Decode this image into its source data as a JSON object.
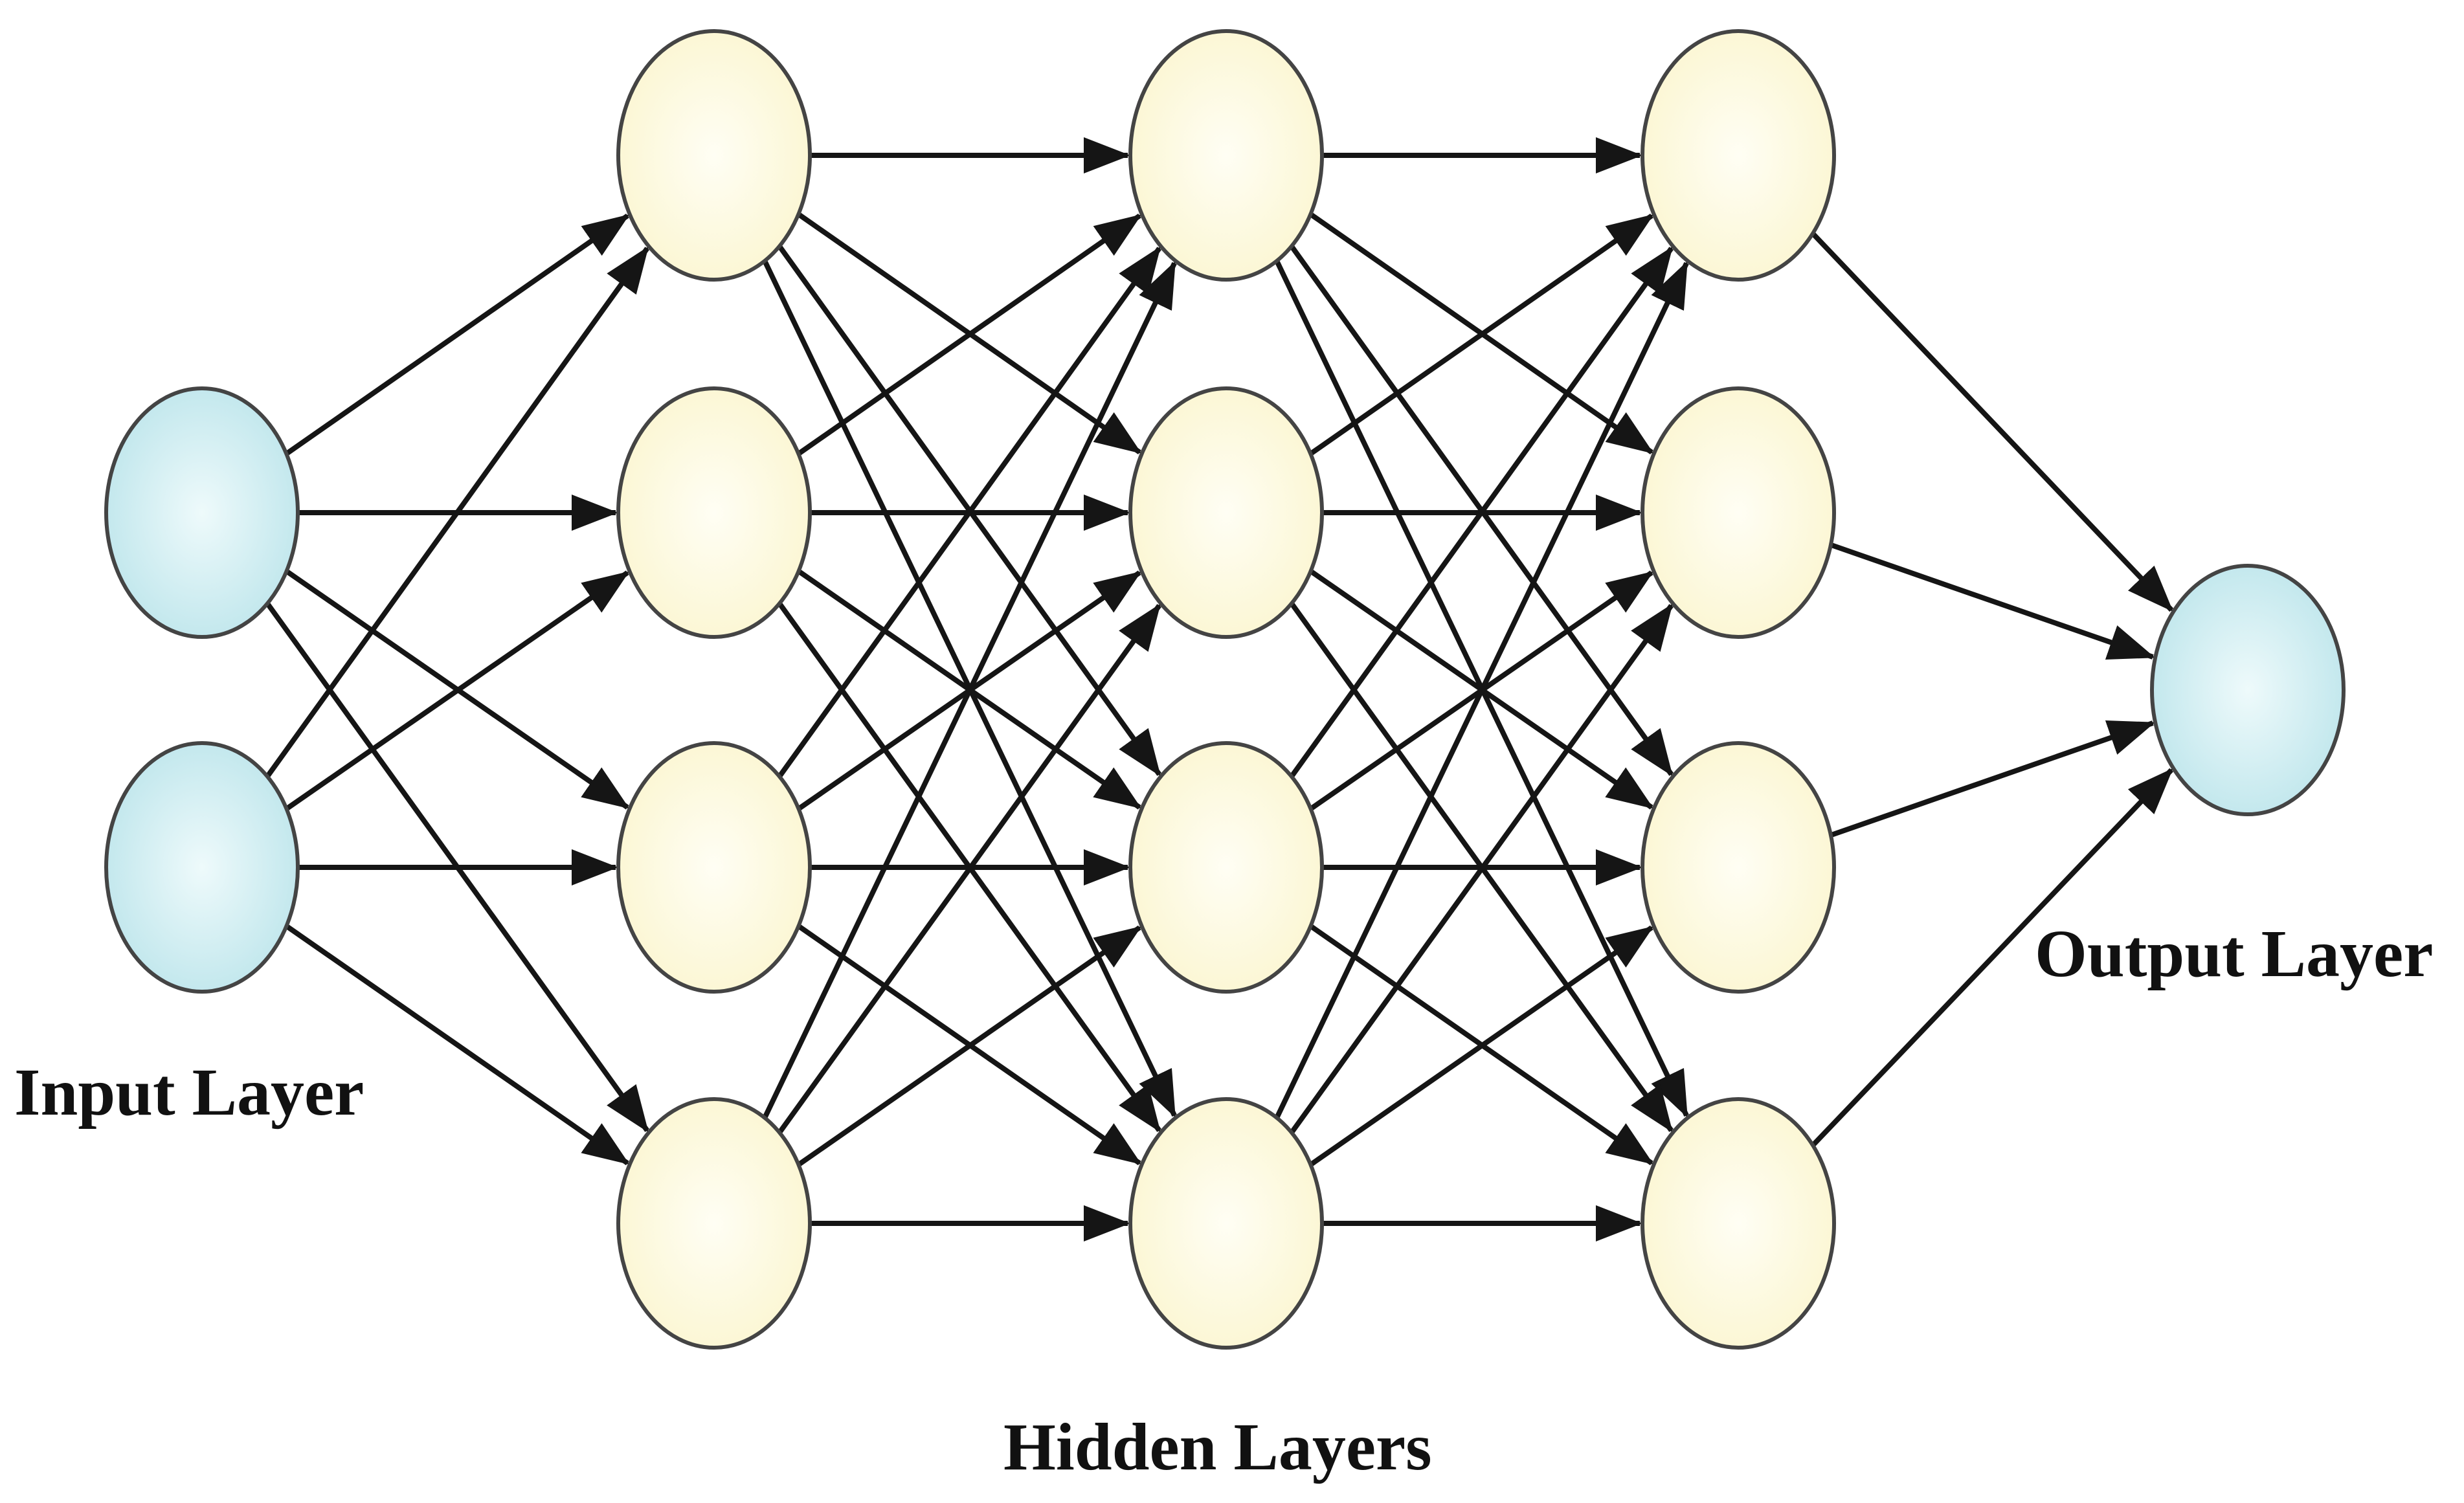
{
  "labels": {
    "input": "Input Layer",
    "hidden": "Hidden Layers",
    "output": "Output Layer"
  },
  "network": {
    "layer_sizes": [
      2,
      4,
      4,
      4,
      1
    ],
    "connectivity": "fully-connected",
    "edge_direction": "left-to-right"
  },
  "colors": {
    "input_node_fill": "#bfe6ec",
    "input_node_center": "#eefafb",
    "hidden_node_fill": "#fbf6d2",
    "hidden_node_center": "#fffef4",
    "output_node_fill": "#bfe6ec",
    "node_stroke": "#444444",
    "edge": "#151515",
    "background": "#ffffff"
  }
}
